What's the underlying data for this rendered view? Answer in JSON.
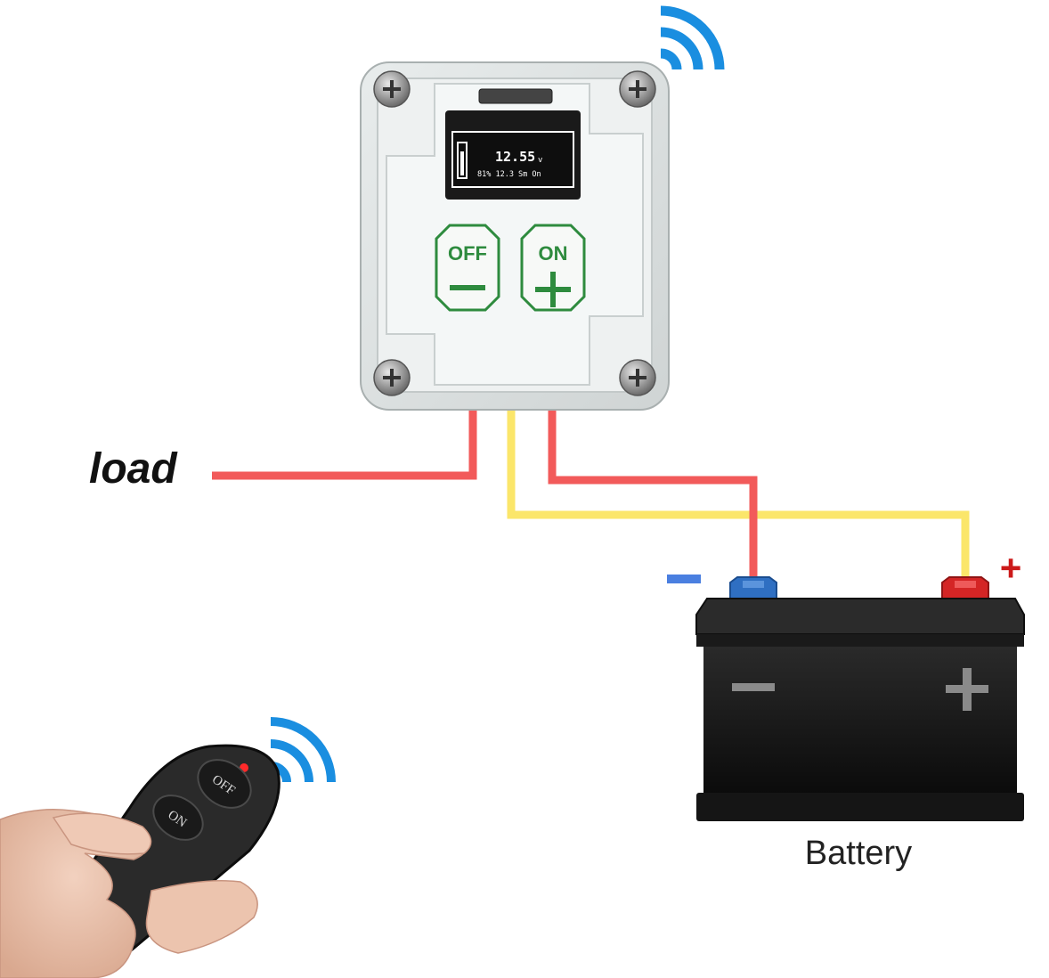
{
  "labels": {
    "load": "load",
    "battery": "Battery",
    "battery_negative": "−",
    "battery_positive": "+",
    "polarity_plus": "+"
  },
  "device": {
    "display_voltage": "12.55",
    "display_unit": "v",
    "display_status": "81% 12.3 Sm On",
    "off_label": "OFF",
    "on_label": "ON",
    "off_symbol": "—",
    "on_symbol": "+"
  },
  "remote": {
    "on_label": "ON",
    "off_label": "OFF"
  },
  "colors": {
    "wire_red": "#f25a5a",
    "wire_yellow": "#fbe66a",
    "terminal_negative": "#2f6fc2",
    "terminal_positive": "#d42525",
    "polarity_minus": "#4a7fe0",
    "polarity_plus": "#cc1a1a",
    "signal_blue": "#1a8ee0",
    "button_green": "#2e8b3e"
  }
}
